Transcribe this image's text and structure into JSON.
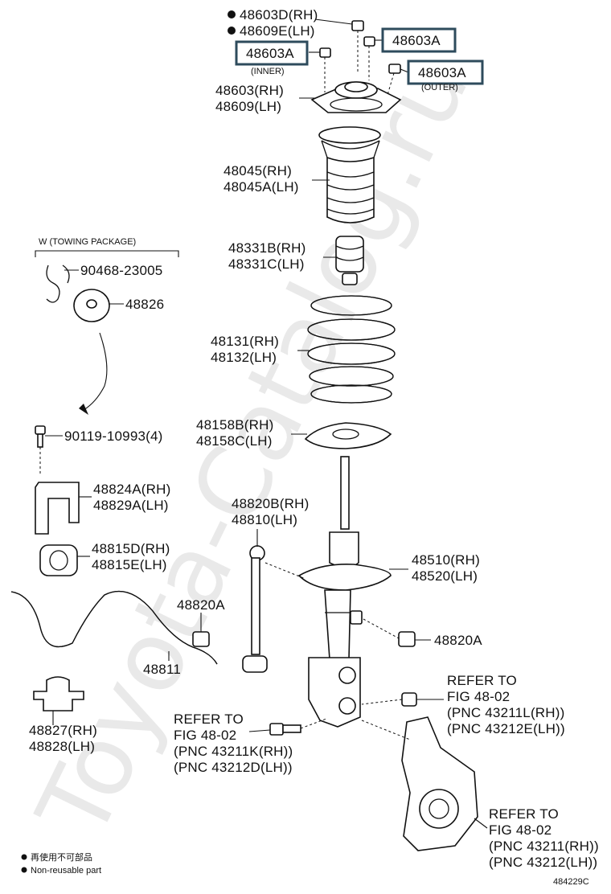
{
  "watermark": "Toyota-Catalog.ru",
  "non_reusable": {
    "label_ja": "再使用不可部品",
    "label_en": "Non-reusable part"
  },
  "figure_id": "484229C",
  "towing_package": {
    "title": "W (TOWING PACKAGE)"
  },
  "labels": {
    "nut_rh": "48603D(RH)",
    "nut_lh": "48609E(LH)",
    "box_inner": "48603A",
    "inner_caption": "(INNER)",
    "box_top": "48603A",
    "box_outer": "48603A",
    "outer_caption": "(OUTER)",
    "mount_rh": "48603(RH)",
    "mount_lh": "48609(LH)",
    "boot_rh": "48045(RH)",
    "boot_lh": "48045A(LH)",
    "bump_rh": "48331B(RH)",
    "bump_lh": "48331C(LH)",
    "spring_rh": "48131(RH)",
    "spring_lh": "48132(LH)",
    "insulator_rh": "48158B(RH)",
    "insulator_lh": "48158C(LH)",
    "clip": "90468-23005",
    "washer": "48826",
    "bolt": "90119-10993(4)",
    "bracket_rh": "48824A(RH)",
    "bracket_lh": "48829A(LH)",
    "bushing_rh": "48815D(RH)",
    "bushing_lh": "48815E(LH)",
    "link_rh": "48820B(RH)",
    "link_lh": "48810(LH)",
    "strut_rh": "48510(RH)",
    "strut_lh": "48520(LH)",
    "link_nut_left": "48820A",
    "link_nut_right": "48820A",
    "stabilizer": "48811",
    "clamp_rh": "48827(RH)",
    "clamp_lh": "48828(LH)",
    "ref_nut": [
      "REFER TO",
      "FIG 48-02",
      "(PNC 43211L(RH))",
      "(PNC 43212E(LH))"
    ],
    "ref_bolt": [
      "REFER TO",
      "FIG 48-02",
      "(PNC 43211K(RH))",
      "(PNC 43212D(LH))"
    ],
    "ref_knuckle": [
      "REFER TO",
      "FIG 48-02",
      "(PNC 43211(RH))",
      "(PNC 43212(LH))"
    ]
  }
}
